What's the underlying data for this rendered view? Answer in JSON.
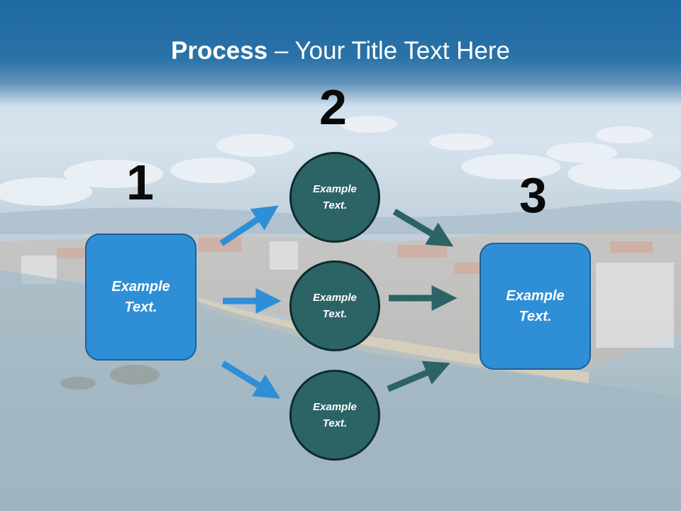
{
  "title": {
    "bold": "Process",
    "rest": " – Your Title Text Here"
  },
  "steps": [
    {
      "number": "1"
    },
    {
      "number": "2"
    },
    {
      "number": "3"
    }
  ],
  "left_box": {
    "text": "Example\nText."
  },
  "right_box": {
    "text": "Example\nText."
  },
  "circles": [
    {
      "text": "Example\nText."
    },
    {
      "text": "Example\nText."
    },
    {
      "text": "Example\nText."
    }
  ],
  "colors": {
    "header": "#1e6aa2",
    "box_fill": "#2f8fd6",
    "circle_fill": "#2c6465",
    "blue_arrow": "#2f8fd6",
    "teal_arrow": "#2c6465"
  }
}
